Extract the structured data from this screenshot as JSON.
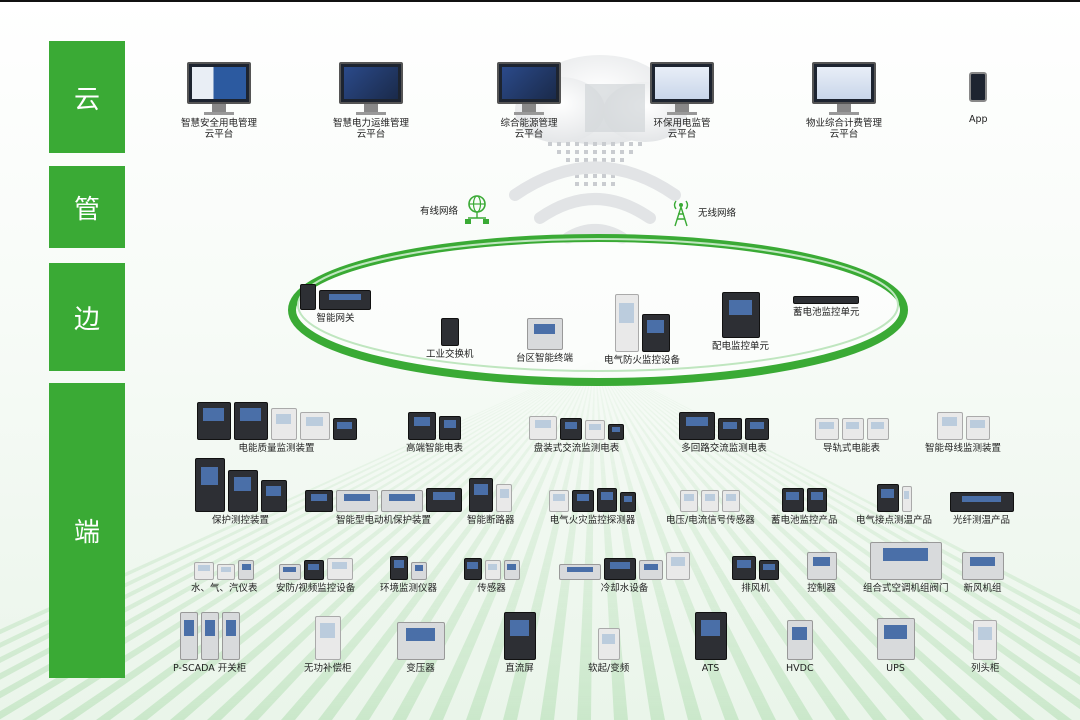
{
  "layers": [
    "云",
    "管",
    "边",
    "端"
  ],
  "cloud": [
    {
      "line1": "智慧安全用电管理",
      "line2": "云平台",
      "icon": "monitor",
      "screen": "mix"
    },
    {
      "line1": "智慧电力运维管理",
      "line2": "云平台",
      "icon": "monitor",
      "screen": "dark"
    },
    {
      "line1": "综合能源管理",
      "line2": "云平台",
      "icon": "monitor",
      "screen": "dark"
    },
    {
      "line1": "环保用电监管",
      "line2": "云平台",
      "icon": "monitor",
      "screen": "light"
    },
    {
      "line1": "物业综合计费管理",
      "line2": "云平台",
      "icon": "monitor",
      "screen": "light"
    },
    {
      "line1": "App",
      "line2": "",
      "icon": "phone"
    }
  ],
  "network": {
    "wired": "有线网络",
    "wireless": "无线网络"
  },
  "edge": [
    "智能网关",
    "工业交换机",
    "台区智能终端",
    "电气防火监控设备",
    "配电监控单元",
    "蓄电池监控单元"
  ],
  "end_rows": [
    [
      "电能质量监测装置",
      "高端智能电表",
      "盘装式交流监测电表",
      "多回路交流监测电表",
      "导轨式电能表",
      "智能母线监测装置"
    ],
    [
      "保护测控装置",
      "智能型电动机保护装置",
      "智能断路器",
      "电气火灾监控探测器",
      "电压/电流信号传感器",
      "蓄电池监控产品",
      "电气接点测温产品",
      "光纤测温产品"
    ],
    [
      "水、气、汽仪表",
      "安防/视频监控设备",
      "环境监测仪器",
      "传感器",
      "冷却水设备",
      "排风机",
      "控制器",
      "组合式空调机组阀门",
      "新风机组"
    ],
    [
      "P-SCADA 开关柜",
      "无功补偿柜",
      "变压器",
      "直流屏",
      "软起/变频",
      "ATS",
      "HVDC",
      "UPS",
      "列头柜"
    ]
  ],
  "colors": {
    "layer_green": "#3aaa35",
    "ring_green": "#3aaa35"
  }
}
